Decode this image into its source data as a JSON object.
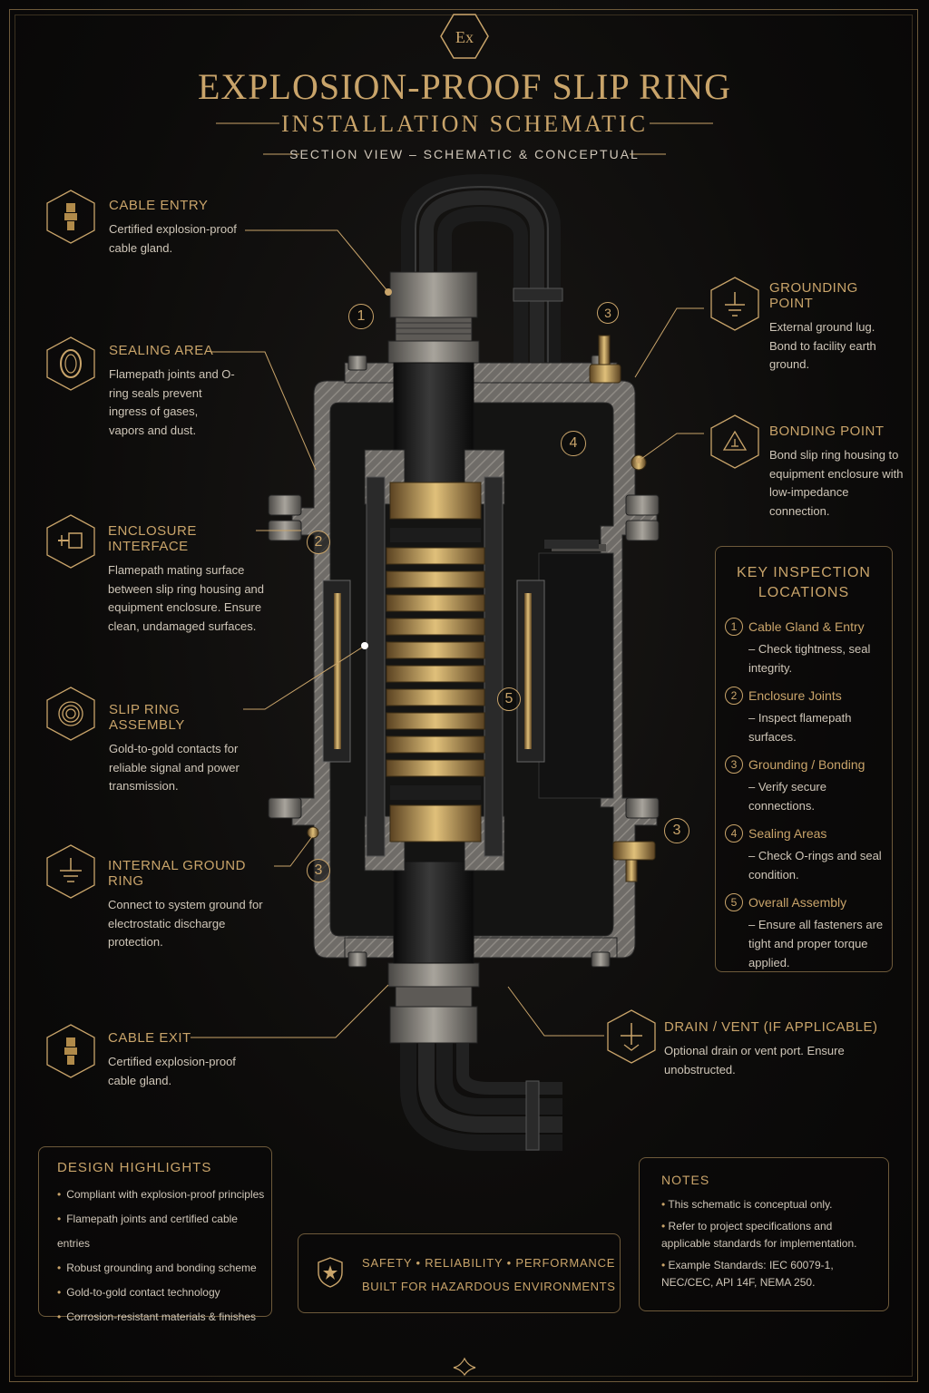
{
  "header": {
    "logo": "Ex",
    "title": "EXPLOSION-PROOF SLIP RING",
    "subtitle": "INSTALLATION SCHEMATIC",
    "section": "SECTION VIEW – SCHEMATIC & CONCEPTUAL"
  },
  "callouts": {
    "cable_entry": {
      "title": "CABLE ENTRY",
      "desc": "Certified explosion-proof cable gland."
    },
    "sealing_area": {
      "title": "SEALING AREA",
      "desc": "Flamepath joints and O-ring seals prevent ingress of gases, vapors and dust."
    },
    "enclosure_interface": {
      "title": "ENCLOSURE INTERFACE",
      "desc": "Flamepath mating surface between slip ring housing and equipment enclosure. Ensure clean, undamaged surfaces."
    },
    "slip_ring_assembly": {
      "title": "SLIP RING ASSEMBLY",
      "desc": "Gold-to-gold contacts for reliable signal and power transmission."
    },
    "internal_ground_ring": {
      "title": "INTERNAL GROUND RING",
      "desc": "Connect to system ground for electrostatic discharge protection."
    },
    "cable_exit": {
      "title": "CABLE EXIT",
      "desc": "Certified explosion-proof cable gland."
    },
    "grounding_point": {
      "title": "GROUNDING POINT",
      "desc": "External ground lug. Bond to facility earth ground."
    },
    "bonding_point": {
      "title": "BONDING POINT",
      "desc": "Bond slip ring housing to equipment enclosure with low-impedance connection."
    },
    "drain_vent": {
      "title": "DRAIN / VENT (IF APPLICABLE)",
      "desc": "Optional drain or vent port. Ensure unobstructed."
    }
  },
  "badges": {
    "b1": "1",
    "b2": "2",
    "b3": "3",
    "b4": "4",
    "b5": "5"
  },
  "inspection": {
    "title_line1": "KEY INSPECTION",
    "title_line2": "LOCATIONS",
    "items": [
      {
        "num": "1",
        "label": "Cable Gland & Entry",
        "desc": "– Check tightness, seal integrity."
      },
      {
        "num": "2",
        "label": "Enclosure Joints",
        "desc": "– Inspect flamepath surfaces."
      },
      {
        "num": "3",
        "label": "Grounding / Bonding",
        "desc": "– Verify secure connections."
      },
      {
        "num": "4",
        "label": "Sealing Areas",
        "desc": "– Check O-rings and seal condition."
      },
      {
        "num": "5",
        "label": "Overall Assembly",
        "desc": "– Ensure all fasteners are tight and proper torque applied."
      }
    ]
  },
  "highlights": {
    "title": "DESIGN HIGHLIGHTS",
    "items": [
      "Compliant with explosion-proof principles",
      "Flamepath joints and certified cable entries",
      "Robust grounding and bonding scheme",
      "Gold-to-gold contact technology",
      "Corrosion-resistant materials & finishes"
    ]
  },
  "tagline": {
    "line1": "SAFETY • RELIABILITY • PERFORMANCE",
    "line2": "BUILT FOR HAZARDOUS ENVIRONMENTS"
  },
  "notes": {
    "title": "NOTES",
    "items": [
      "This schematic is conceptual only.",
      "Refer to project specifications and applicable standards for implementation.",
      "Example Standards: IEC 60079-1, NEC/CEC, API 14F, NEMA 250."
    ]
  },
  "colors": {
    "gold": "#c9a46a",
    "text": "#cfc6b8",
    "background": "#0c0b0a",
    "steel": "#6f6c68",
    "brass": "#b08a4a"
  }
}
